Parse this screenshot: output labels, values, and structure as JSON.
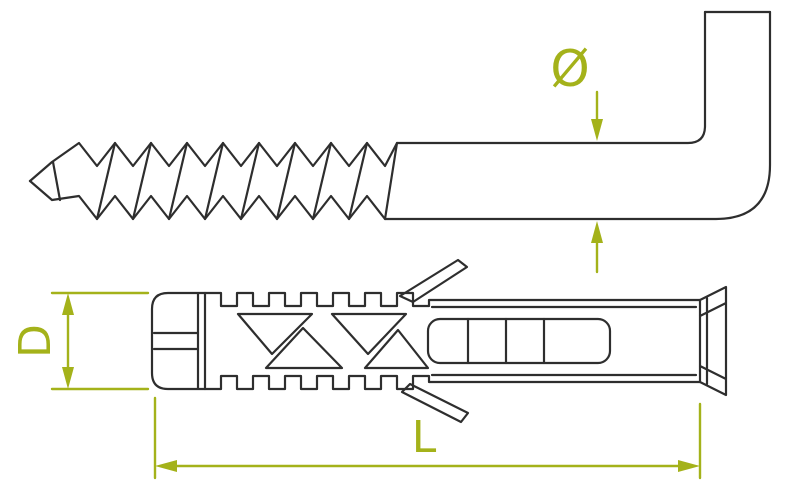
{
  "labels": {
    "diameter_symbol": "Ø",
    "plug_diameter": "D",
    "length": "L"
  },
  "colors": {
    "line": "#2e2e2e",
    "dimension": "#a4b21a",
    "background": "#ffffff"
  }
}
